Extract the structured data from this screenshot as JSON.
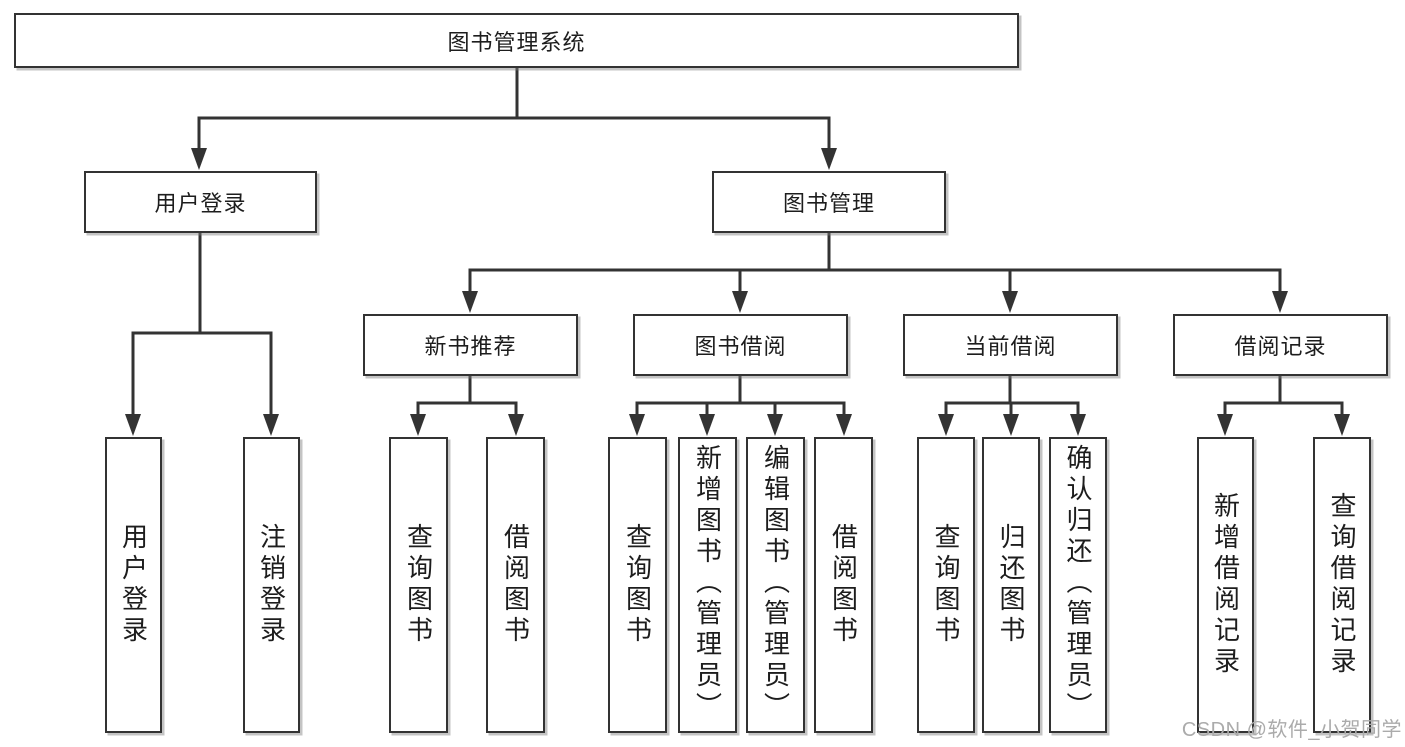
{
  "tree": {
    "root": "图书管理系统",
    "children": [
      {
        "label": "用户登录",
        "children": [
          "用户登录",
          "注销登录"
        ]
      },
      {
        "label": "图书管理",
        "children": [
          {
            "label": "新书推荐",
            "children": [
              "查询图书",
              "借阅图书"
            ]
          },
          {
            "label": "图书借阅",
            "children": [
              "查询图书",
              "新增图书（管理员）",
              "编辑图书（管理员）",
              "借阅图书"
            ]
          },
          {
            "label": "当前借阅",
            "children": [
              "查询图书",
              "归还图书",
              "确认归还（管理员）"
            ]
          },
          {
            "label": "借阅记录",
            "children": [
              "新增借阅记录",
              "查询借阅记录"
            ]
          }
        ]
      }
    ]
  },
  "watermark": {
    "text": "CSDN @软件_小贺同学"
  },
  "colors": {
    "line": "#333333",
    "box_border": "#333333",
    "text": "#1d1d1d",
    "watermark": "#ababab",
    "background": "#ffffff"
  }
}
